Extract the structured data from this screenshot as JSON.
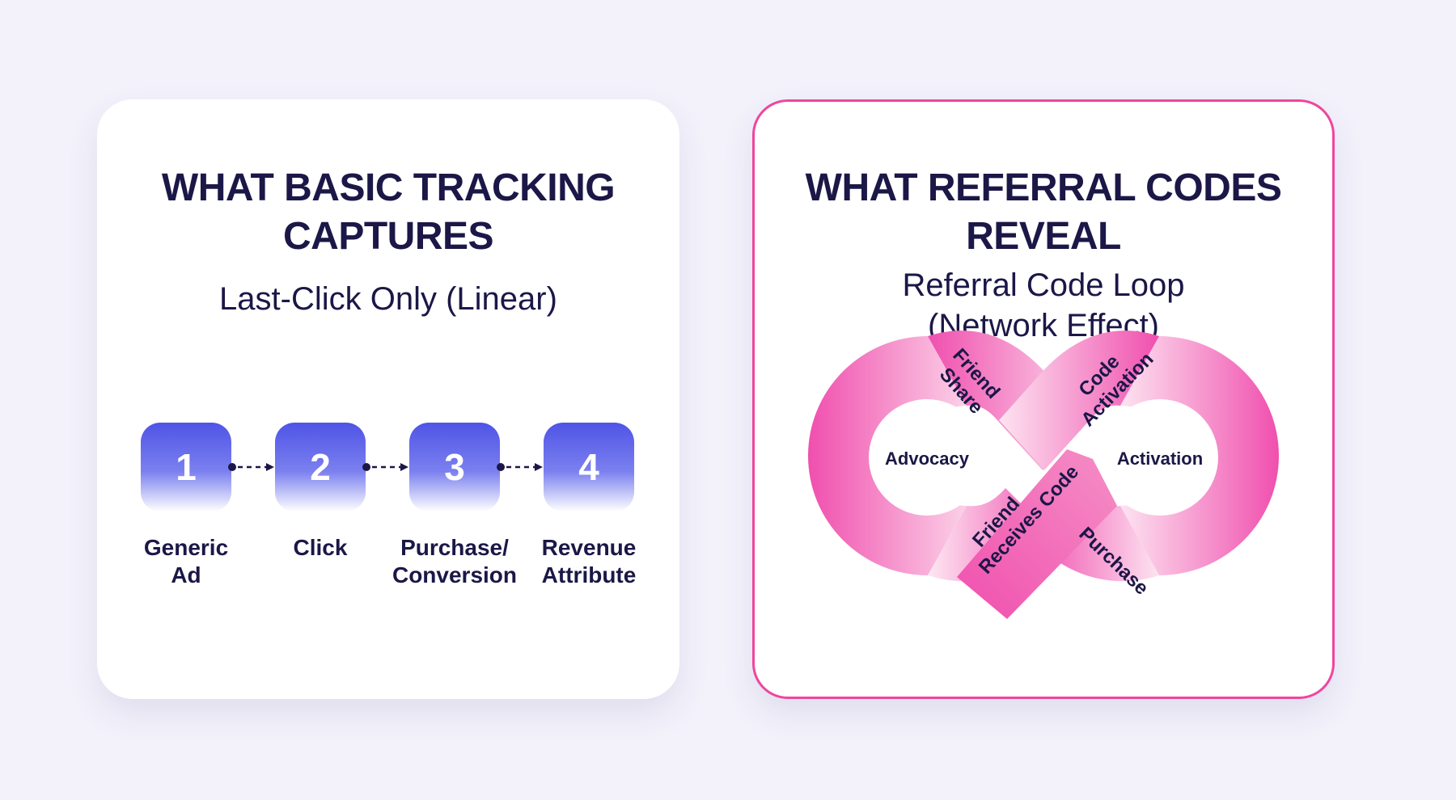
{
  "left_card": {
    "title": "WHAT BASIC TRACKING\nCAPTURES",
    "subtitle": "Last-Click Only (Linear)",
    "steps": [
      {
        "number": "1",
        "label": "Generic\nAd"
      },
      {
        "number": "2",
        "label": "Click"
      },
      {
        "number": "3",
        "label": "Purchase/\nConversion"
      },
      {
        "number": "4",
        "label": "Revenue\nAttribute"
      }
    ]
  },
  "right_card": {
    "title": "WHAT REFERRAL CODES\nREVEAL",
    "subtitle": "Referral Code Loop\n(Network Effect)",
    "loop": {
      "left_center": "Advocacy",
      "right_center": "Activation",
      "segments": {
        "friend_share": "Friend\nShare",
        "code_activation": "Code\nActivation",
        "friend_receives_code": "Friend\nReceives Code",
        "purchase": "Purchase"
      }
    }
  },
  "colors": {
    "background": "#f3f2fb",
    "navy_text": "#1b1747",
    "step_blue": "#4f54e6",
    "accent_pink": "#f0459e",
    "loop_pink": "#f04fae"
  }
}
